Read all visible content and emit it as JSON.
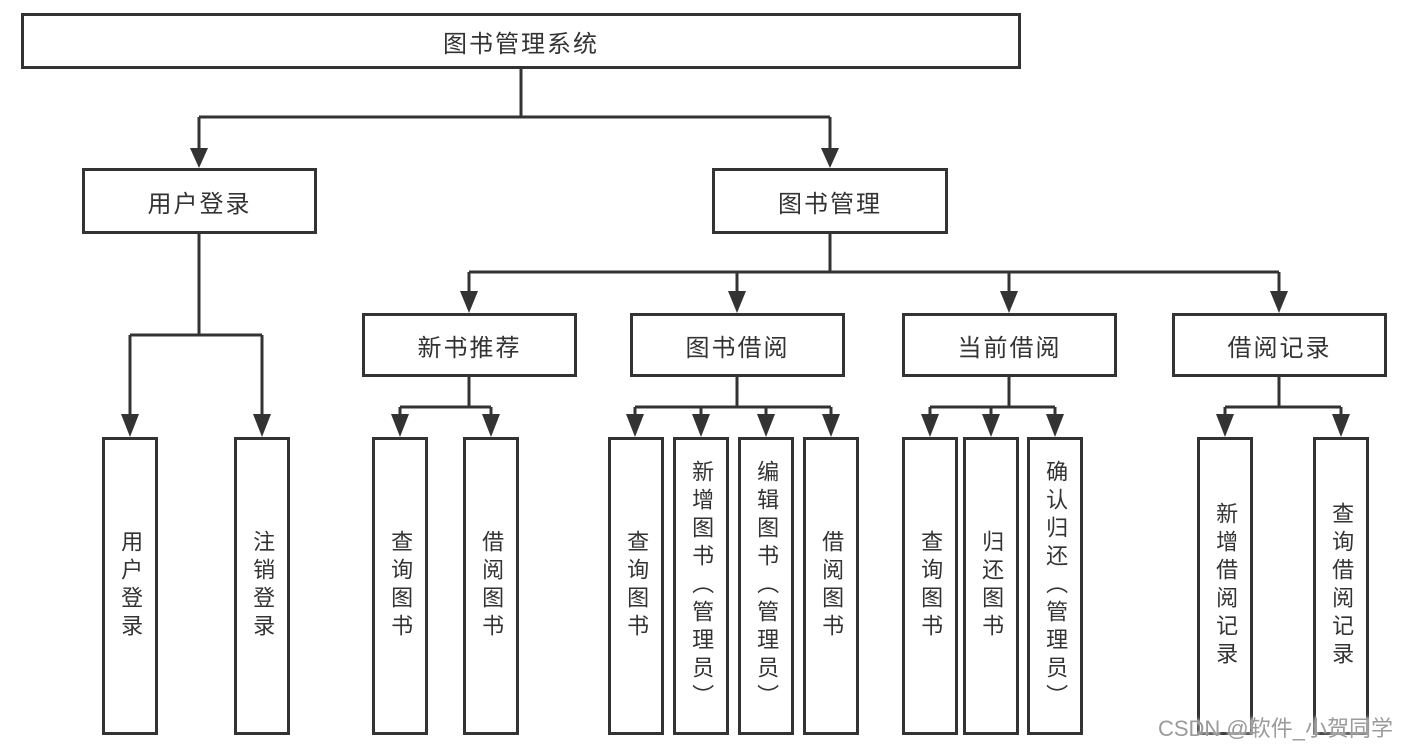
{
  "diagram": {
    "tree": {
      "label": "图书管理系统",
      "children": [
        {
          "label": "用户登录",
          "children": [
            {
              "label": "用户登录"
            },
            {
              "label": "注销登录"
            }
          ]
        },
        {
          "label": "图书管理",
          "children": [
            {
              "label": "新书推荐",
              "children": [
                {
                  "label": "查询图书"
                },
                {
                  "label": "借阅图书"
                }
              ]
            },
            {
              "label": "图书借阅",
              "children": [
                {
                  "label": "查询图书"
                },
                {
                  "label": "新增图书（管理员）"
                },
                {
                  "label": "编辑图书（管理员）"
                },
                {
                  "label": "借阅图书"
                }
              ]
            },
            {
              "label": "当前借阅",
              "children": [
                {
                  "label": "查询图书"
                },
                {
                  "label": "归还图书"
                },
                {
                  "label": "确认归还（管理员）"
                }
              ]
            },
            {
              "label": "借阅记录",
              "children": [
                {
                  "label": "新增借阅记录"
                },
                {
                  "label": "查询借阅记录"
                }
              ]
            }
          ]
        }
      ]
    },
    "colors": {
      "line": "#333333",
      "node_border": "#333333",
      "text": "#333333",
      "background": "#ffffff",
      "watermark": "#9b9b9b"
    }
  },
  "watermark": {
    "text": "CSDN @软件_小贺同学"
  }
}
